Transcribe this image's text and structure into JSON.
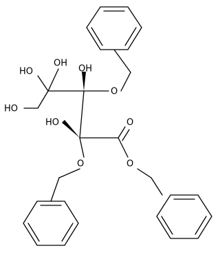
{
  "molecule": {
    "labels": {
      "oh_c1_left": "HO",
      "oh_c1_top": "OH",
      "oh_c2": "HO",
      "oh_c3": "OH",
      "o_benzyloxy_upper": "O",
      "oh_c4": "HO",
      "o_benzyloxy_lower": "O",
      "o_carbonyl": "O",
      "o_ester": "O"
    },
    "colors": {
      "bond": "#000000",
      "text": "#000000",
      "background": "#ffffff"
    }
  }
}
